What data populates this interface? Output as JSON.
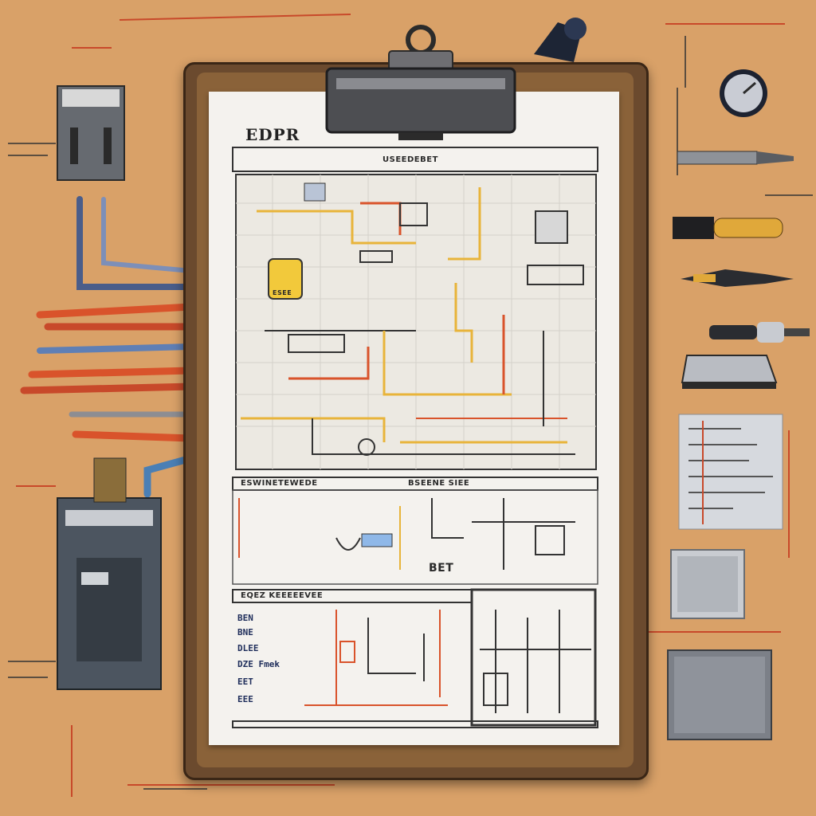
{
  "paper": {
    "title": "EDPR",
    "header_label": "USEEDEBET",
    "section_one_label": "ESWINETEWEDE",
    "section_two_label": "BSEENE SIEE",
    "section_three_label": "EQEZ KEEEEEVEE",
    "legend_title": "BEN",
    "legend_items": [
      "BNE",
      "DLEE",
      "DZE Fmek",
      "EET",
      "EEE"
    ],
    "callout_sensor": "BET",
    "callout_box": "ESEE"
  },
  "colors": {
    "background": "#d9a168",
    "wire_orange": "#d9532b",
    "wire_blue": "#5f7fb5",
    "wire_yellow": "#e8b43a",
    "ink": "#333333"
  },
  "icons": [
    "clipboard-clip-icon",
    "knob-icon",
    "gauge-icon",
    "screwdriver-icon",
    "pliers-icon",
    "wire-stripper-icon",
    "connector-icon",
    "breaker-panel-icon",
    "junction-box-icon"
  ]
}
